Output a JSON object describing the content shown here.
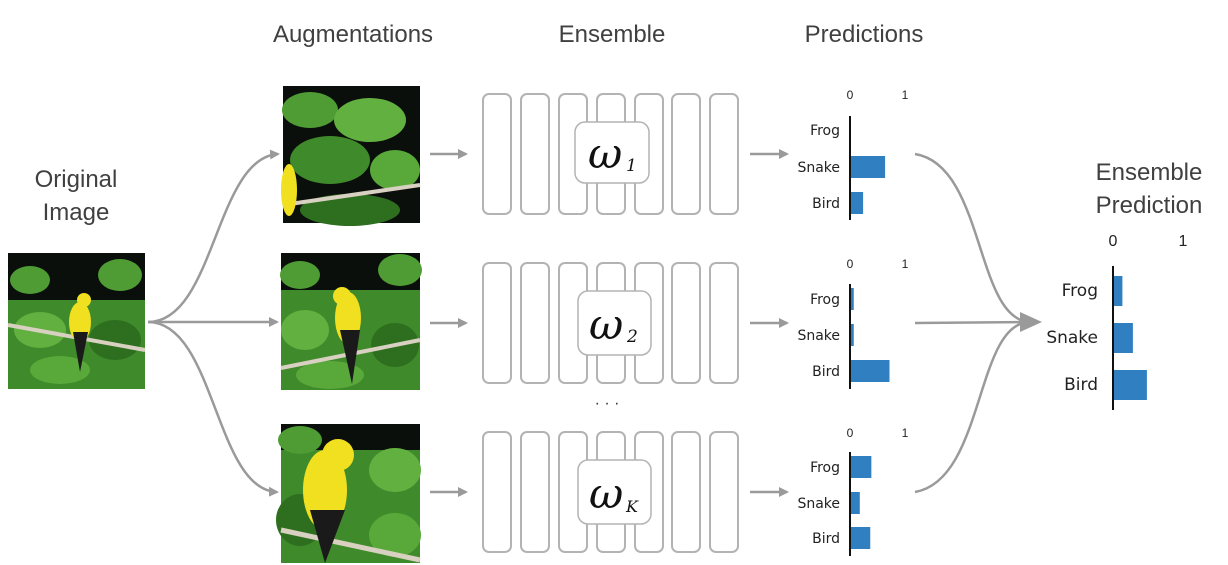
{
  "headers": {
    "augmentations": "Augmentations",
    "ensemble": "Ensemble",
    "predictions": "Predictions",
    "original_line1": "Original",
    "original_line2": "Image",
    "ensemble_pred_line1": "Ensemble",
    "ensemble_pred_line2": "Prediction"
  },
  "ellipsis": "· · ·",
  "weights": [
    {
      "symbol": "ω",
      "sub": "1"
    },
    {
      "symbol": "ω",
      "sub": "2"
    },
    {
      "symbol": "ω",
      "sub": "K"
    }
  ],
  "colors": {
    "bar": "#2f7fc1",
    "arrow": "#9a9a9a",
    "column_stroke": "#b3b3b3",
    "foliage": "#3f8a2a",
    "bird_yellow": "#f0e020",
    "background_dark": "#0b0f0b"
  },
  "chart_data": [
    {
      "type": "bar",
      "orientation": "horizontal",
      "categories": [
        "Frog",
        "Snake",
        "Bird"
      ],
      "values": [
        0.0,
        0.62,
        0.22
      ],
      "xticks": [
        "0",
        "1"
      ],
      "xlim": [
        0,
        1
      ]
    },
    {
      "type": "bar",
      "orientation": "horizontal",
      "categories": [
        "Frog",
        "Snake",
        "Bird"
      ],
      "values": [
        0.05,
        0.05,
        0.7
      ],
      "xticks": [
        "0",
        "1"
      ],
      "xlim": [
        0,
        1
      ]
    },
    {
      "type": "bar",
      "orientation": "horizontal",
      "categories": [
        "Frog",
        "Snake",
        "Bird"
      ],
      "values": [
        0.37,
        0.16,
        0.35
      ],
      "xticks": [
        "0",
        "1"
      ],
      "xlim": [
        0,
        1
      ]
    },
    {
      "type": "bar",
      "orientation": "horizontal",
      "categories": [
        "Frog",
        "Snake",
        "Bird"
      ],
      "values": [
        0.12,
        0.27,
        0.47
      ],
      "xticks": [
        "0",
        "1"
      ],
      "xlim": [
        0,
        1
      ]
    }
  ]
}
